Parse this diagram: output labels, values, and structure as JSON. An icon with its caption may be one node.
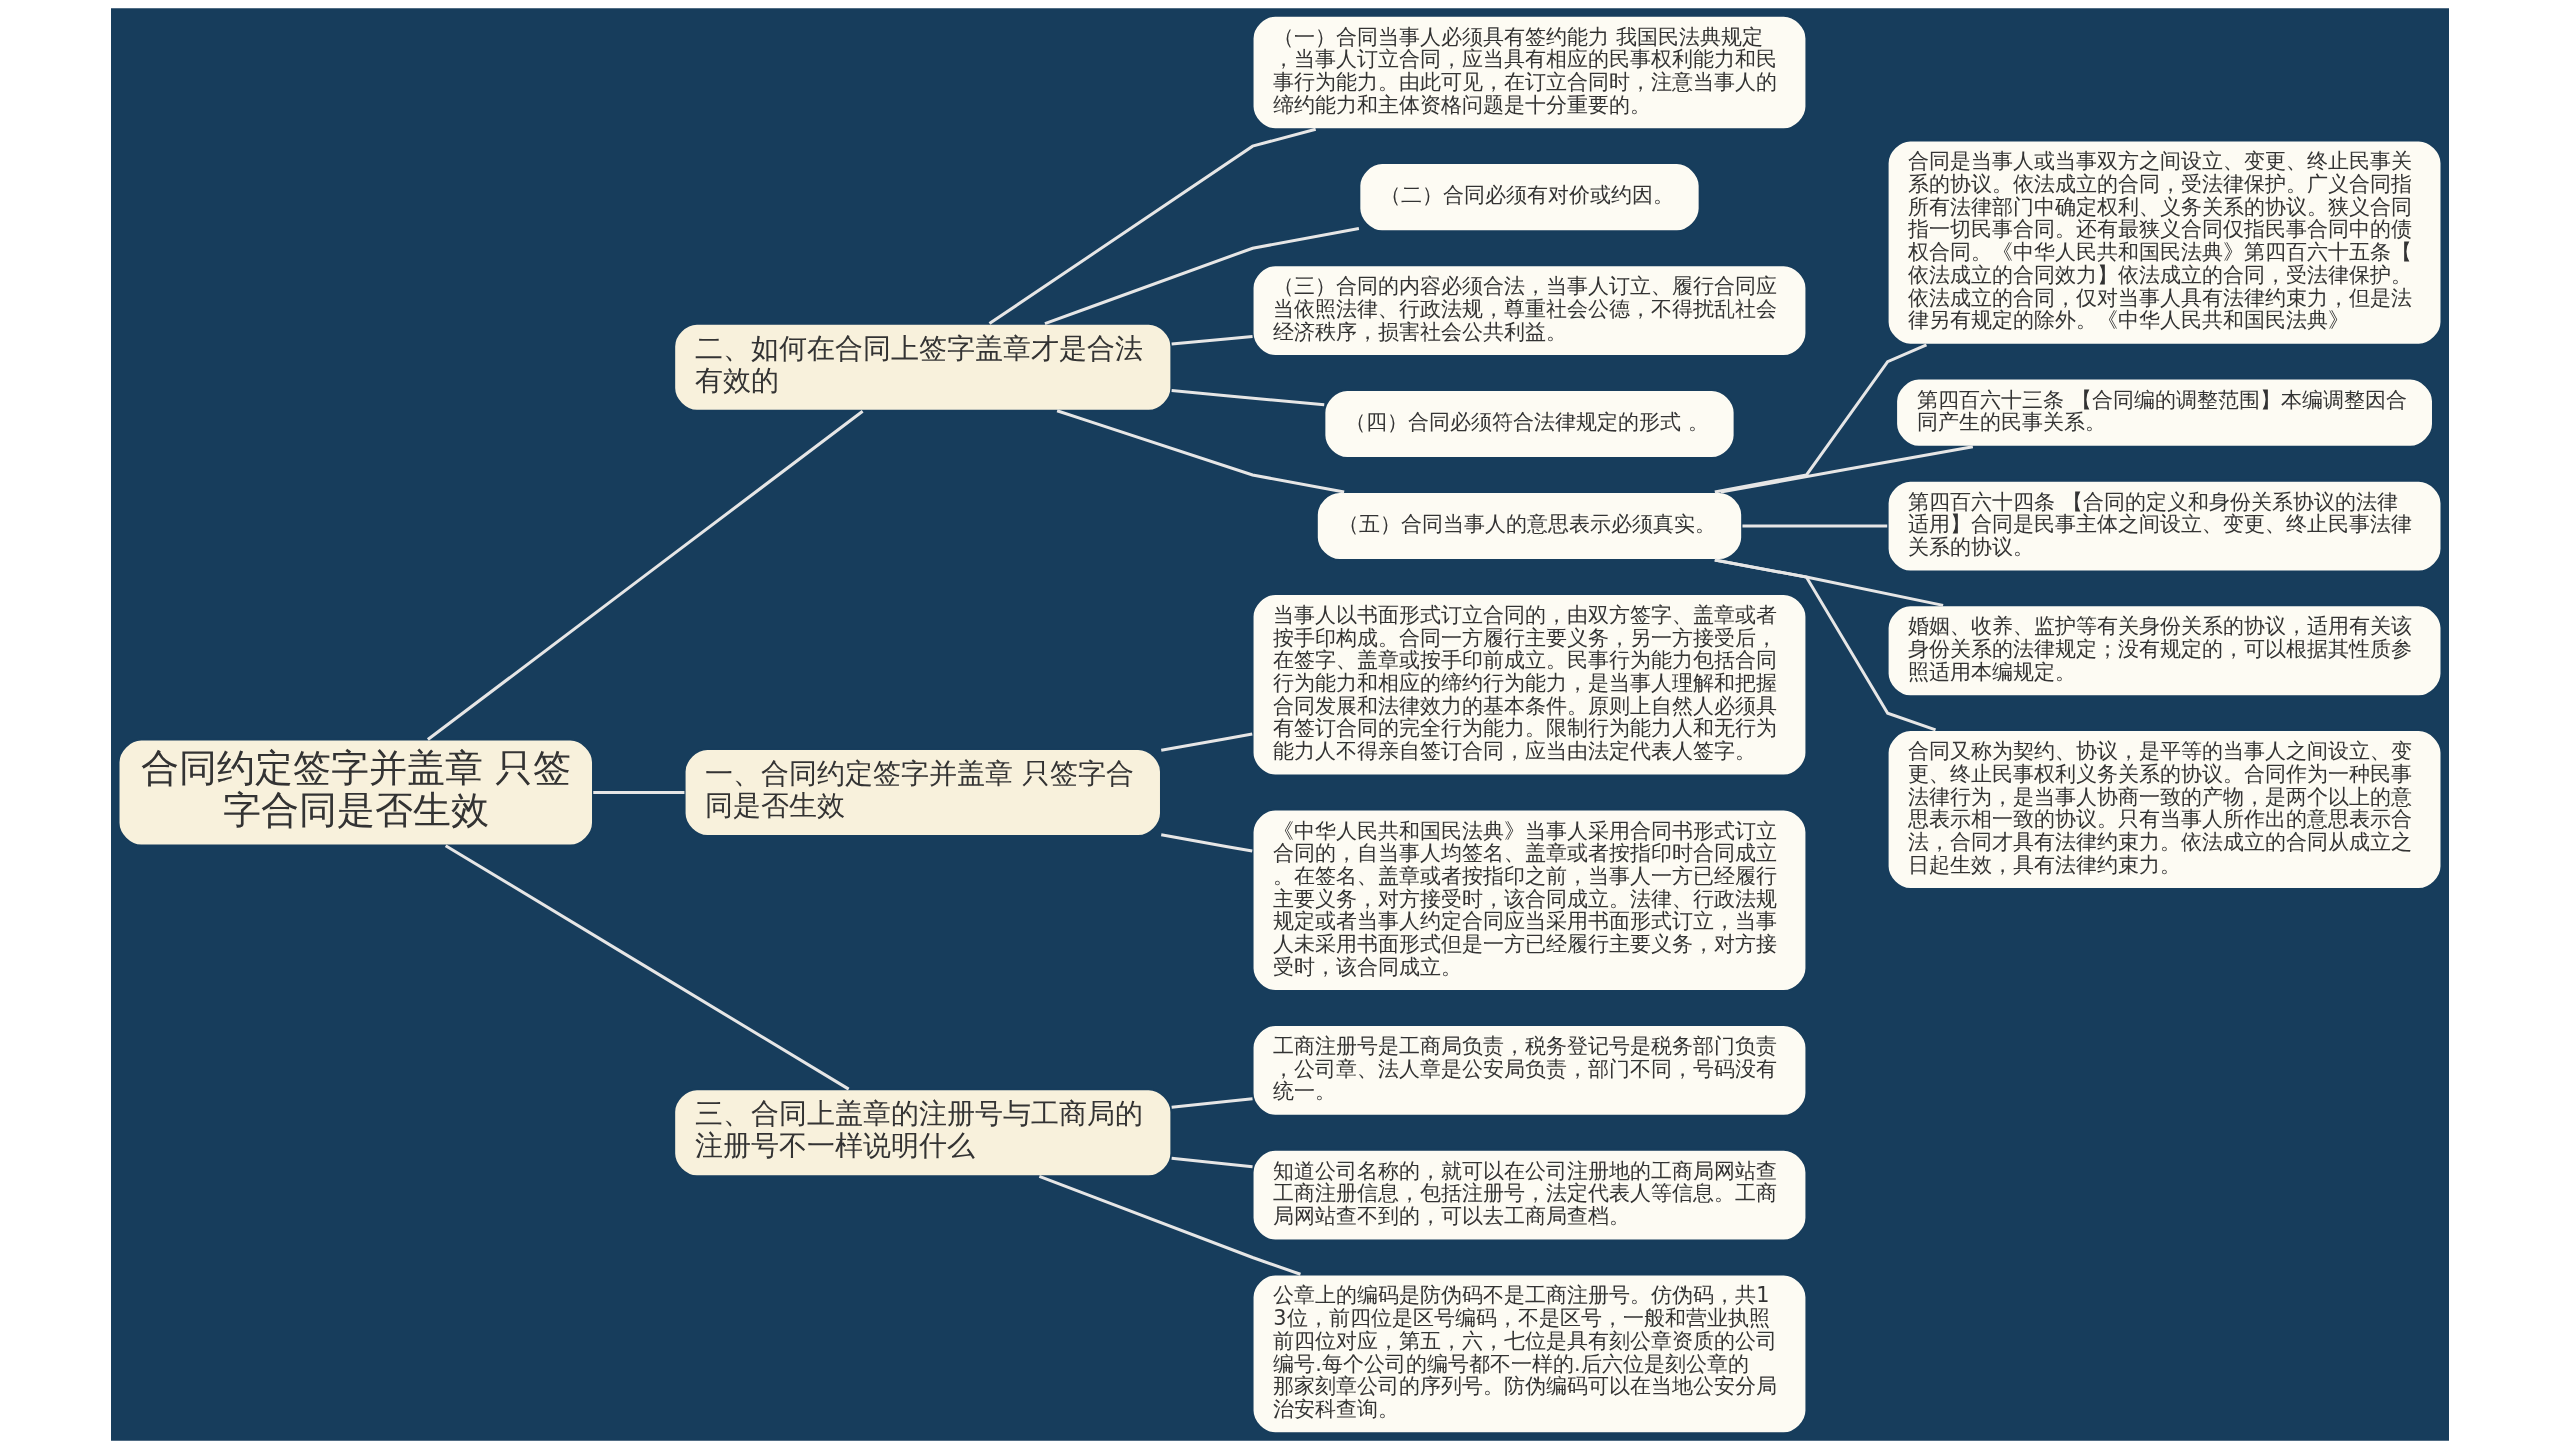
{
  "diagram": {
    "nodes": [
      {
        "text": [
          "合同约定签字并盖章 只签字合同是否生效"
        ]
      },
      {
        "text": [
          "二、如何在合同上签字盖章才是合法有效的"
        ]
      },
      {
        "text": [
          "（一）合同当事人必须具有签约能力 我国民法典规定，当事人订立合同，应当具有相应的民事权利能力和民事行为能力。由此可见，在订立合同时，注意当事人的缔约能力和主体资格问题是十分重要的。"
        ]
      },
      {
        "text": [
          "（二）合同必须有对价或约因。"
        ]
      },
      {
        "text": [
          "（三）合同的内容必须合法，当事人订立、履行合同应当依照法律、行政法规，尊重社会公德，不得扰乱社会经济秩序，损害社会公共利益。"
        ]
      },
      {
        "text": [
          "（四）合同必须符合法律规定的形式 。"
        ]
      },
      {
        "text": [
          "（五）合同当事人的意思表示必须真实。"
        ]
      },
      {
        "text": [
          "合同是当事人或当事双方之间设立、变更、终止民事关系的协议。依法成立的合同，受法律保护。广义合同指所有法律部门中确定权利、义务关系的协议。狭义合同指一切民事合同。还有最狭义合同仅指民事合同中的债权合同。《中华人民共和国民法典》第四百六十五条【依法成立的合同效力】依法成立的合同，受法律保护。依法成立的合同，仅对当事人具有法律约束力，但是法律另有规定的除外。《中华人民共和国民法典》"
        ]
      },
      {
        "text": [
          "第四百六十三条 【合同编的调整范围】本编调整因合同产生的民事关系。"
        ]
      },
      {
        "text": [
          "第四百六十四条 【合同的定义和身份关系协议的法律适用】合同是民事主体之间设立、变更、终止民事法律关系的协议。"
        ]
      },
      {
        "text": [
          "婚姻、收养、监护等有关身份关系的协议，适用有关该身份关系的法律规定；没有规定的，可以根据其性质参照适用本编规定。"
        ]
      },
      {
        "text": [
          "合同又称为契约、协议，是平等的当事人之间设立、变更、终止民事权利义务关系的协议。合同作为一种民事法律行为，是当事人协商一致的产物，是两个以上的意思表示相一致的协议。只有当事人所作出的意思表示合法，合同才具有法律约束力。依法成立的合同从成立之日起生效，具有法律约束力。"
        ]
      },
      {
        "text": [
          "一、合同约定签字并盖章 只签字合同是否生效"
        ]
      },
      {
        "text": [
          "当事人以书面形式订立合同的，由双方签字、盖章或者按手印构成。合同一方履行主要义务，另一方接受后，在签字、盖章或按手印前成立。民事行为能力包括合同行为能力和相应的缔约行为能力，是当事人理解和把握合同发展和法律效力的基本条件。原则上自然人必须具有签订合同的完全行为能力。限制行为能力人和无行为能力人不得亲自签订合同，应当由法定代表人签字。"
        ]
      },
      {
        "text": [
          "《中华人民共和国民法典》当事人采用合同书形式订立合同的，自当事人均签名、盖章或者按指印时合同成立。在签名、盖章或者按指印之前，当事人一方已经履行主要义务，对方接受时，该合同成立。法律、行政法规规定或者当事人约定合同应当采用书面形式订立，当事人未采用书面形式但是一方已经履行主要义务，对方接受时，该合同成立。"
        ]
      },
      {
        "text": [
          "三、合同上盖章的注册号与工商局的注册号不一样说明什么"
        ]
      },
      {
        "text": [
          "工商注册号是工商局负责，税务登记号是税务部门负责，公司章、法人章是公安局负责，部门不同，号码没有统一。"
        ]
      },
      {
        "text": [
          "知道公司名称的，就可以在公司注册地的工商局网站查工商注册信息，包括注册号，法定代表人等信息。工商局网站查不到的，可以去工商局查档。"
        ]
      },
      {
        "text": [
          "公章上的编码是防伪码不是工商注册号。仿伪码，共13位，前四位是区号编码，不是区号，一般和营业执照前四位对应，第五，六，七位是具有刻公章资质的公司编号.每个公司的编号都不一样的.后六位是刻公章的那家刻章公司的序列号。防伪编码可以在当地公安分局治安科查询。"
        ]
      }
    ],
    "edges": [
      {
        "from": 0,
        "to": 1,
        "arrow": "none"
      },
      {
        "from": 1,
        "to": 2,
        "arrow": "none"
      },
      {
        "from": 1,
        "to": 3,
        "arrow": "none"
      },
      {
        "from": 1,
        "to": 4,
        "arrow": "none"
      },
      {
        "from": 1,
        "to": 5,
        "arrow": "none"
      },
      {
        "from": 1,
        "to": 6,
        "arrow": "none"
      },
      {
        "from": 6,
        "to": 7,
        "arrow": "none"
      },
      {
        "from": 6,
        "to": 8,
        "arrow": "none"
      },
      {
        "from": 6,
        "to": 9,
        "arrow": "none"
      },
      {
        "from": 6,
        "to": 10,
        "arrow": "none"
      },
      {
        "from": 6,
        "to": 11,
        "arrow": "none"
      },
      {
        "from": 0,
        "to": 12,
        "arrow": "none"
      },
      {
        "from": 12,
        "to": 13,
        "arrow": "none"
      },
      {
        "from": 12,
        "to": 14,
        "arrow": "none"
      },
      {
        "from": 0,
        "to": 15,
        "arrow": "none"
      },
      {
        "from": 15,
        "to": 16,
        "arrow": "none"
      },
      {
        "from": 15,
        "to": 17,
        "arrow": "none"
      },
      {
        "from": 15,
        "to": 18,
        "arrow": "none"
      }
    ]
  }
}
